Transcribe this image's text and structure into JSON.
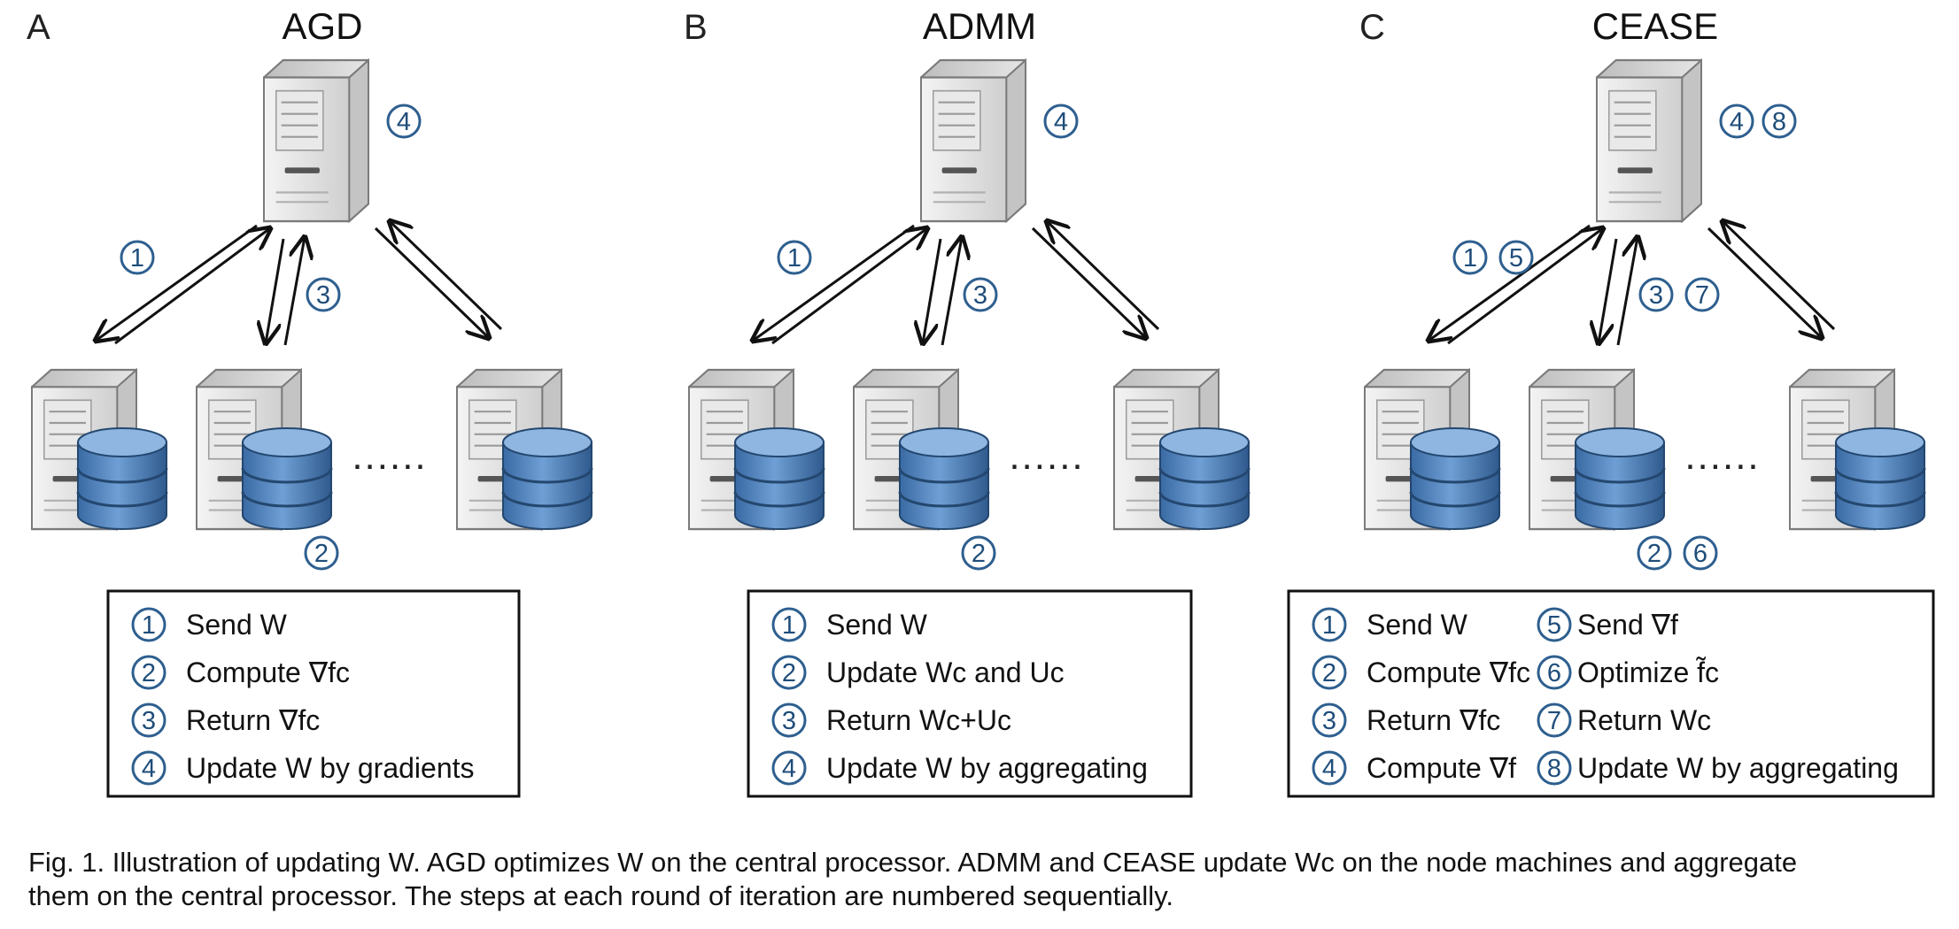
{
  "panels": [
    {
      "letter": "A",
      "title": "AGD",
      "server_step_numbers": [
        "4"
      ],
      "step_left_numbers": [
        "1"
      ],
      "step_mid_numbers": [
        "3"
      ],
      "node_step_numbers": [
        "2"
      ],
      "ellipsis": "......",
      "legend_rows": [
        {
          "num": "1",
          "text": "Send W"
        },
        {
          "num": "2",
          "text": "Compute ∇fᴄ"
        },
        {
          "num": "3",
          "text": "Return ∇fᴄ"
        },
        {
          "num": "4",
          "text": "Update W by gradients"
        }
      ]
    },
    {
      "letter": "B",
      "title": "ADMM",
      "server_step_numbers": [
        "4"
      ],
      "step_left_numbers": [
        "1"
      ],
      "step_mid_numbers": [
        "3"
      ],
      "node_step_numbers": [
        "2"
      ],
      "ellipsis": "......",
      "legend_rows": [
        {
          "num": "1",
          "text": "Send W"
        },
        {
          "num": "2",
          "text": "Update Wᴄ and Uᴄ"
        },
        {
          "num": "3",
          "text": "Return Wᴄ+Uᴄ"
        },
        {
          "num": "4",
          "text": "Update W by aggregating"
        }
      ]
    },
    {
      "letter": "C",
      "title": "CEASE",
      "server_step_numbers": [
        "4",
        "8"
      ],
      "step_left_numbers": [
        "1",
        "5"
      ],
      "step_mid_numbers": [
        "3",
        "7"
      ],
      "node_step_numbers": [
        "2",
        "6"
      ],
      "ellipsis": "......",
      "legend_rows": [
        {
          "num": "1",
          "text": "Send W"
        },
        {
          "num": "2",
          "text": "Compute ∇fᴄ"
        },
        {
          "num": "3",
          "text": "Return ∇fᴄ"
        },
        {
          "num": "4",
          "text": "Compute ∇f"
        }
      ],
      "legend_rows_col2": [
        {
          "num": "5",
          "text": "Send ∇f"
        },
        {
          "num": "6",
          "text": "Optimize f̃ᴄ"
        },
        {
          "num": "7",
          "text": "Return Wᴄ"
        },
        {
          "num": "8",
          "text": "Update W by aggregating"
        }
      ]
    }
  ],
  "caption": {
    "line1": "Fig. 1. Illustration of updating W. AGD optimizes W on the central processor. ADMM and CEASE update Wᴄ on the node machines and aggregate",
    "line2": "them on the central processor. The steps at each round of iteration are numbered sequentially."
  },
  "colors": {
    "circle_stroke": "#2e5f8f",
    "server_fill": "#d9d9d9",
    "database_fill": "#4f7fb5",
    "arrow": "#111111"
  },
  "icons": {
    "server": "server-icon",
    "database": "database-icon",
    "step_marker": "numbered-circle-icon"
  }
}
